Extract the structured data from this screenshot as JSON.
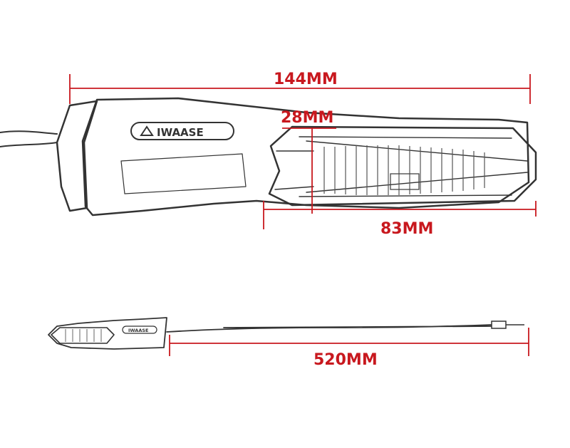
{
  "dimensions": {
    "overall_length": "144MM",
    "lens_height": "28MM",
    "lens_length": "83MM",
    "cable_length": "520MM"
  },
  "brand": {
    "logo": "IWAASE",
    "logo_small": "IWAASE"
  },
  "colors": {
    "dimension": "#c8181e",
    "sketch": "#333333"
  }
}
